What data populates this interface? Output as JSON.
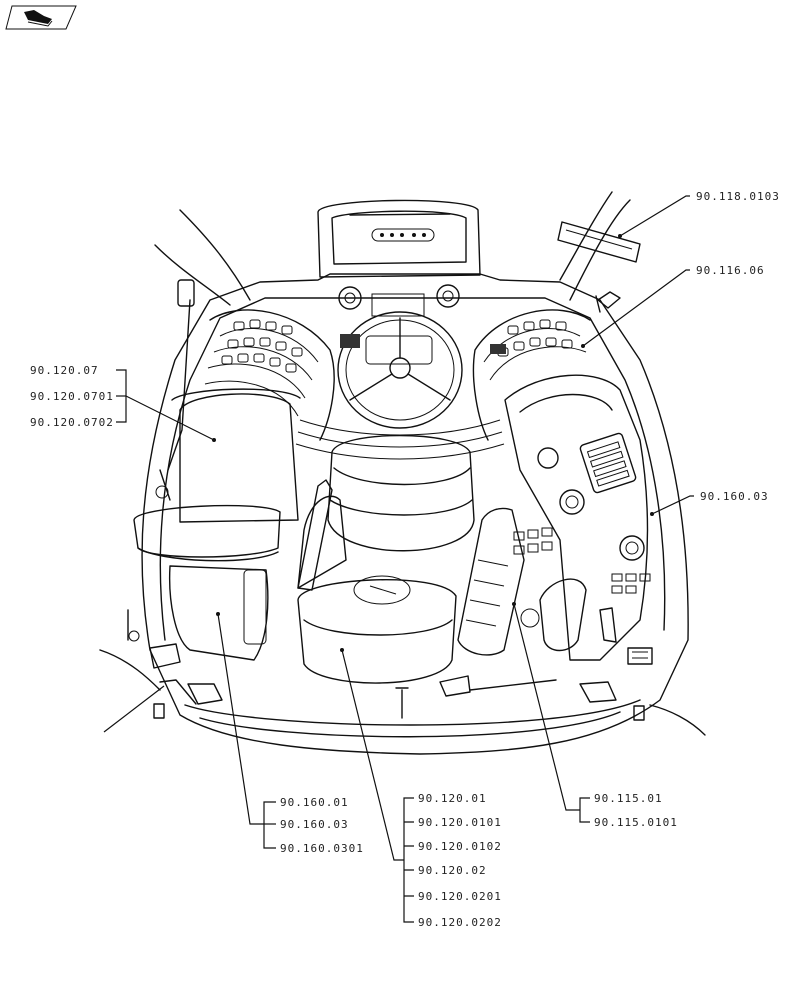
{
  "icon": "navigation-arrow-icon",
  "callouts": {
    "mirror": "90.118.0103",
    "panel": "90.116.06",
    "left_seat_group": [
      "90.120.07",
      "90.120.0701",
      "90.120.0702"
    ],
    "console_right": "90.160.03",
    "lower_left_group": [
      "90.160.01",
      "90.160.03",
      "90.160.0301"
    ],
    "center_seat_group": [
      "90.120.01",
      "90.120.0101",
      "90.120.0102",
      "90.120.02",
      "90.120.0201",
      "90.120.0202"
    ],
    "armrest_group": [
      "90.115.01",
      "90.115.0101"
    ]
  }
}
